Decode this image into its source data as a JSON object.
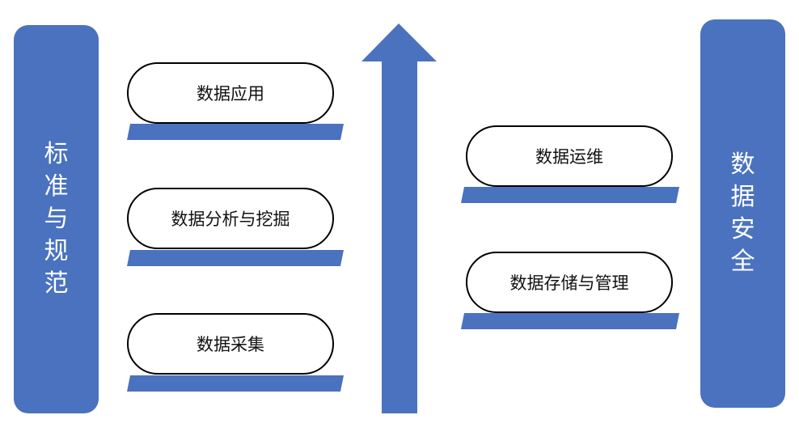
{
  "left_pillar": {
    "chars": [
      "标",
      "准",
      "与",
      "规",
      "范"
    ]
  },
  "right_pillar": {
    "chars": [
      "数",
      "据",
      "安",
      "全"
    ]
  },
  "left_column": {
    "stages": [
      {
        "label": "数据应用"
      },
      {
        "label": "数据分析与挖掘"
      },
      {
        "label": "数据采集"
      }
    ]
  },
  "right_column": {
    "stages": [
      {
        "label": "数据运维"
      },
      {
        "label": "数据存储与管理"
      }
    ]
  },
  "colors": {
    "accent_blue": "#4a72bf",
    "pill_border": "#000000",
    "pill_fill": "#ffffff"
  }
}
